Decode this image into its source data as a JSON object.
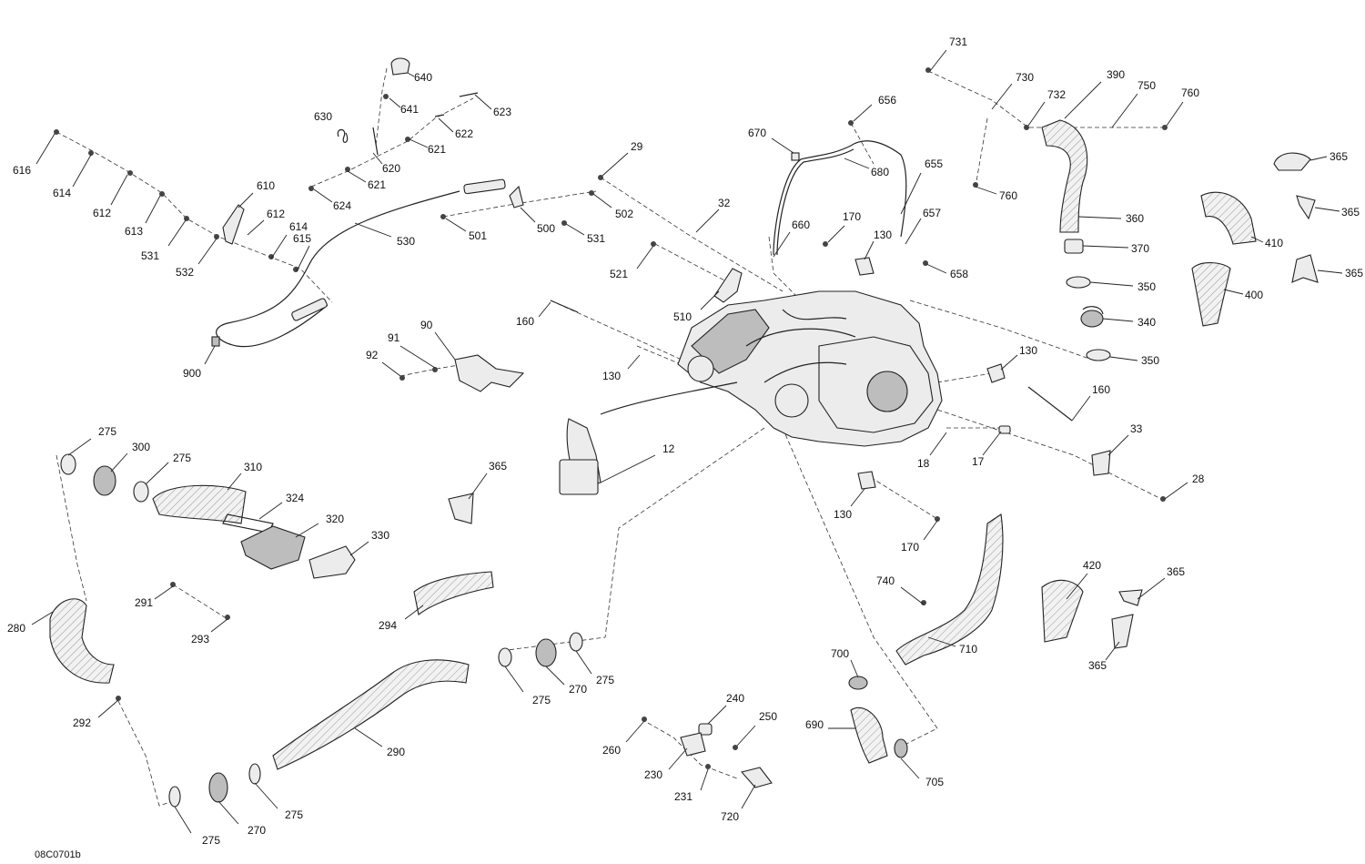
{
  "reference_code": "08C0701b",
  "callouts": [
    "640",
    "641",
    "623",
    "622",
    "621",
    "621",
    "630",
    "620",
    "624",
    "616",
    "614",
    "612",
    "613",
    "531",
    "532",
    "610",
    "612",
    "614",
    "615",
    "530",
    "900",
    "29",
    "32",
    "502",
    "500",
    "501",
    "531",
    "521",
    "510",
    "160",
    "130",
    "90",
    "91",
    "92",
    "670",
    "680",
    "660",
    "656",
    "655",
    "657",
    "658",
    "170",
    "130",
    "731",
    "730",
    "732",
    "390",
    "750",
    "760",
    "760",
    "360",
    "370",
    "350",
    "340",
    "350",
    "365",
    "365",
    "365",
    "410",
    "400",
    "130",
    "160",
    "33",
    "28",
    "18",
    "17",
    "12",
    "130",
    "170",
    "275",
    "300",
    "275",
    "310",
    "324",
    "320",
    "330",
    "365",
    "280",
    "291",
    "293",
    "294",
    "292",
    "290",
    "275",
    "270",
    "275",
    "275",
    "270",
    "275",
    "740",
    "710",
    "700",
    "690",
    "705",
    "420",
    "365",
    "365",
    "260",
    "240",
    "250",
    "230",
    "231",
    "720"
  ]
}
